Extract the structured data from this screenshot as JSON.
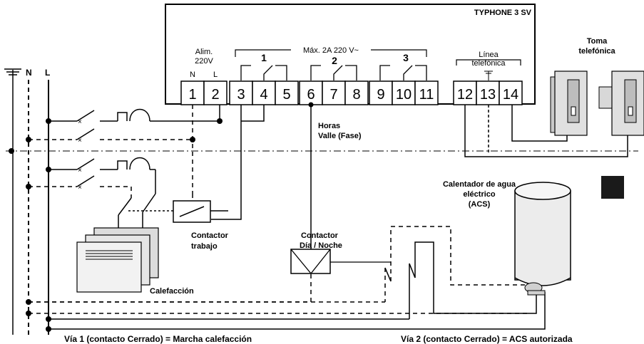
{
  "device": {
    "title": "TYPHONE 3 SV",
    "alim_label": "Alim.",
    "alim_voltage": "220V",
    "alim_n": "N",
    "alim_l": "L",
    "max_label": "Máx. 2A 220 V~",
    "relay_numbers": [
      "1",
      "2",
      "3"
    ],
    "linea_label": "Línea",
    "telefonica_label": "telefónica",
    "terminals": [
      "1",
      "2",
      "3",
      "4",
      "5",
      "6",
      "7",
      "8",
      "9",
      "10",
      "11",
      "12",
      "13",
      "14"
    ]
  },
  "toma": {
    "line1": "Toma",
    "line2": "telefónica"
  },
  "supply": {
    "n": "N",
    "l": "L"
  },
  "horas_valle": {
    "line1": "Horas",
    "line2": "Valle (Fase)"
  },
  "contactor_trabajo": {
    "line1": "Contactor",
    "line2": "trabajo"
  },
  "contactor_dia": {
    "line1": "Contactor",
    "line2": "Día / Noche"
  },
  "calentador": {
    "line1": "Calentador de agua",
    "line2": "eléctrico",
    "line3": "(ACS)"
  },
  "calefaccion": "Calefacción",
  "footer": {
    "via1": "Vía 1 (contacto Cerrado) = Marcha calefacción",
    "via2": "Vía 2 (contacto Cerrado) = ACS autorizada"
  },
  "colors": {
    "line": "#000000",
    "device_fill": "#ffffff",
    "terminal_fill": "#ffffff",
    "heater_fill": "#e8e8e8",
    "phone_fill": "#d0d0d0"
  }
}
